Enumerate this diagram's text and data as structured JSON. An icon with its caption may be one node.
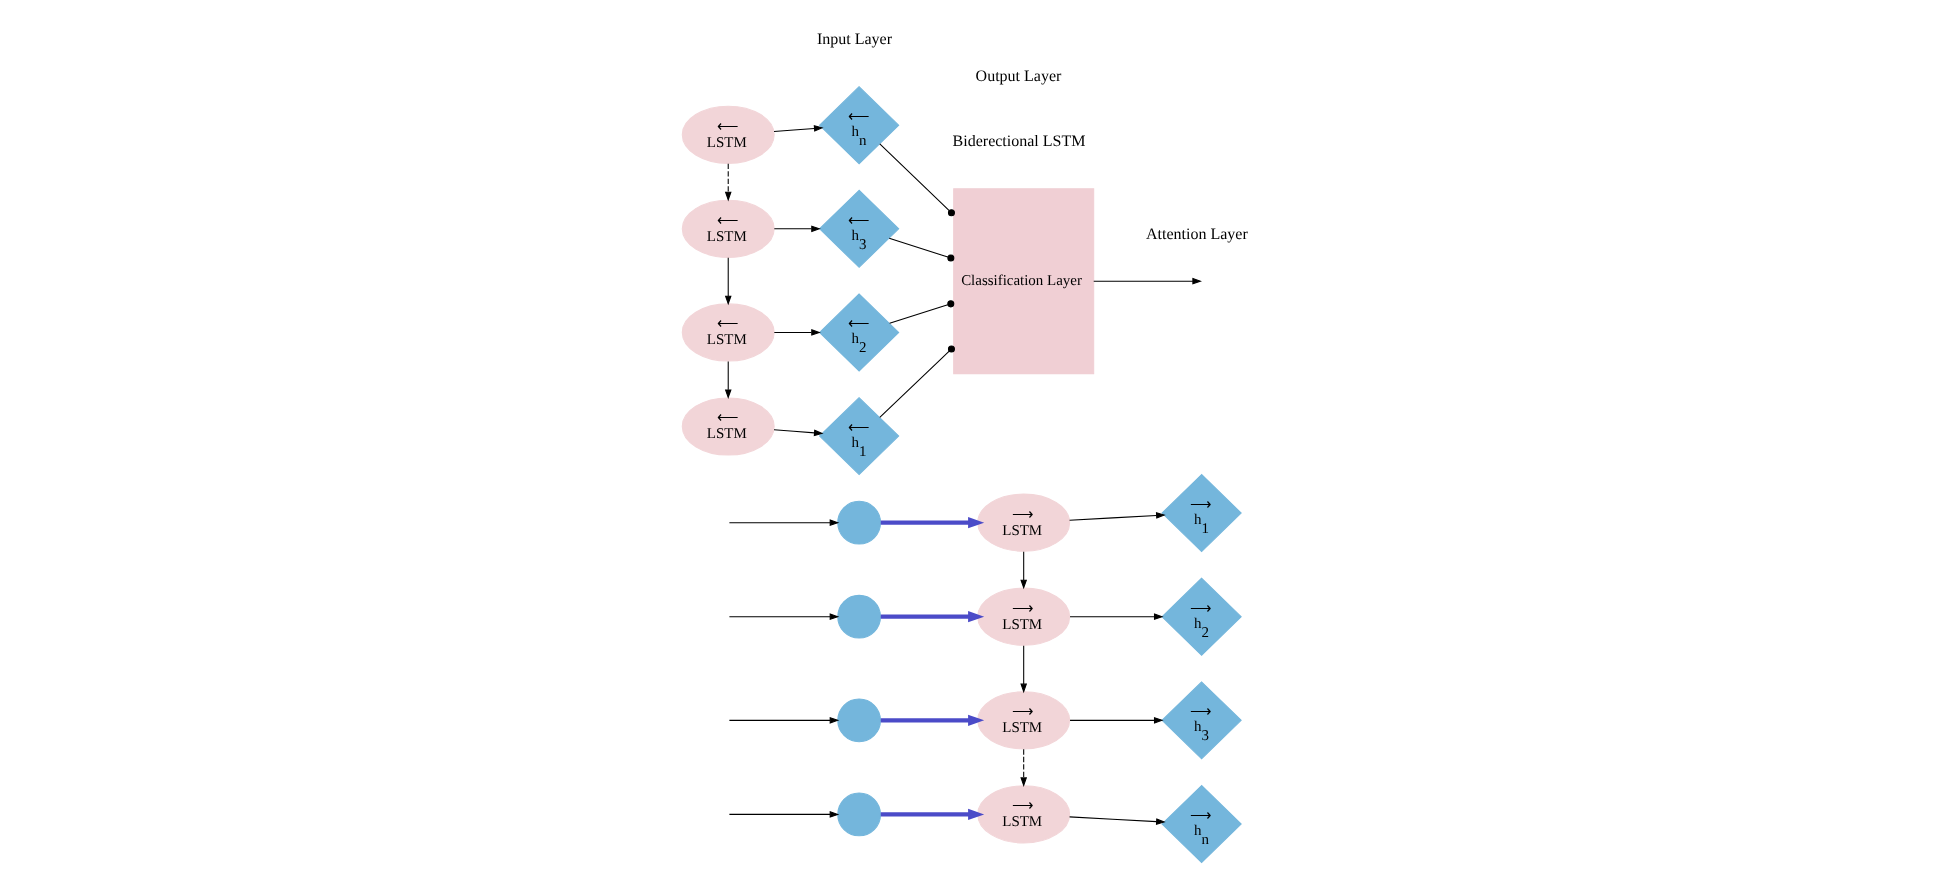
{
  "diagram": {
    "nodes": [
      {
        "text": [],
        "shape": "circle"
      },
      {
        "text": [
          "⟶",
          "LSTM"
        ]
      },
      {
        "text": [
          "⟵",
          "LSTM"
        ]
      },
      {
        "text": [
          "⟶",
          "h$_{1}$"
        ]
      },
      {
        "text": [
          "⟵",
          "h$_{1}$"
        ]
      },
      {
        "text": [],
        "shape": "circle"
      },
      {
        "text": [
          "⟶",
          "LSTM"
        ]
      },
      {
        "text": [
          "⟵",
          "LSTM"
        ]
      },
      {
        "text": [
          "⟶",
          "h$_{2}$"
        ]
      },
      {
        "text": [
          "⟵",
          "h$_{2}$"
        ]
      },
      {
        "text": [],
        "shape": "circle"
      },
      {
        "text": [
          "⟶",
          "LSTM"
        ]
      },
      {
        "text": [
          "⟵",
          "LSTM"
        ]
      },
      {
        "text": [
          "⟶",
          "h$_{3}$"
        ]
      },
      {
        "text": [
          "⟵",
          "h$_{3}$"
        ]
      },
      {
        "text": [],
        "shape": "circle"
      },
      {
        "text": [
          "⟶",
          "LSTM"
        ]
      },
      {
        "text": [
          "⟵",
          "LSTM"
        ]
      },
      {
        "text": [
          "⟶",
          "h$_{n}$"
        ]
      },
      {
        "text": [
          "⟵",
          "h$_{n}$"
        ]
      },
      {
        "text": [
          "Classification Layer"
        ]
      }
    ],
    "edges": [
      {
        "from": null,
        "to": 0,
        "arrow": "to"
      },
      {
        "from": 0,
        "to": 1,
        "arrow": "to",
        "style": "thick",
        "color": "#4b4bc8"
      },
      {
        "from": 1,
        "to": 3,
        "arrow": "to"
      },
      {
        "from": 2,
        "to": 4,
        "arrow": "to"
      },
      {
        "from": 1,
        "to": 6,
        "arrow": "to"
      },
      {
        "from": 7,
        "to": 2,
        "arrow": "to"
      },
      {
        "from": 4,
        "to": 20,
        "arrow": "other"
      },
      {
        "from": null,
        "to": 5,
        "arrow": "to"
      },
      {
        "from": 5,
        "to": 6,
        "arrow": "to",
        "style": "thick",
        "color": "#4b4bc8"
      },
      {
        "from": 6,
        "to": 8,
        "arrow": "to"
      },
      {
        "from": 7,
        "to": 9,
        "arrow": "to"
      },
      {
        "from": 6,
        "to": 11,
        "arrow": "to"
      },
      {
        "from": 12,
        "to": 7,
        "arrow": "to"
      },
      {
        "from": 9,
        "to": 20,
        "arrow": "other"
      },
      {
        "from": null,
        "to": 10,
        "arrow": "to"
      },
      {
        "from": 10,
        "to": 11,
        "arrow": "to",
        "style": "thick",
        "color": "#4b4bc8"
      },
      {
        "from": 11,
        "to": 13,
        "arrow": "to"
      },
      {
        "from": 12,
        "to": 14,
        "arrow": "to"
      },
      {
        "from": 11,
        "to": 16,
        "arrow": "to",
        "style": "dashed"
      },
      {
        "from": 17,
        "to": 12,
        "arrow": "to",
        "style": "dashed"
      },
      {
        "from": 14,
        "to": 20,
        "arrow": "other"
      },
      {
        "from": null,
        "to": 15,
        "arrow": "to"
      },
      {
        "from": 15,
        "to": 16,
        "arrow": "to",
        "style": "thick",
        "color": "#4b4bc8"
      },
      {
        "from": 16,
        "to": 18,
        "arrow": "to"
      },
      {
        "from": 17,
        "to": 19,
        "arrow": "to"
      },
      {
        "from": 19,
        "to": 20,
        "arrow": "other"
      },
      {
        "from": 20,
        "to": null,
        "arrow": "to"
      }
    ],
    "labels": [
      "Input Layer",
      "Biderectional LSTM",
      "Attention Layer",
      "Output Layer"
    ]
  }
}
